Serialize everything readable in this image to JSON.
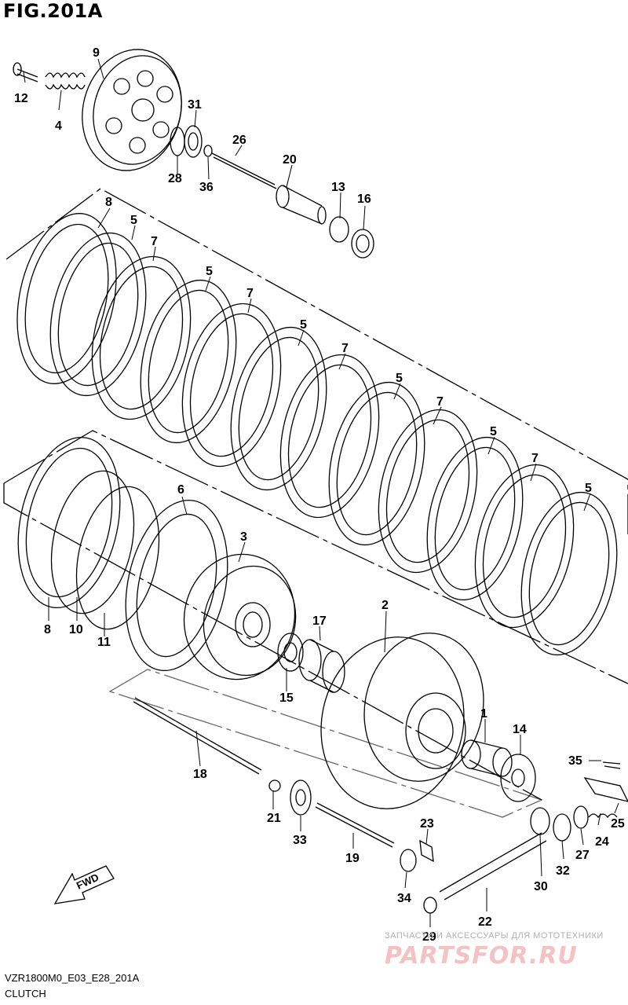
{
  "figure": {
    "title": "FIG.201A",
    "code": "VZR1800M0_E03_E28_201A",
    "name": "CLUTCH"
  },
  "watermark": {
    "tagline": "ЗАПЧАСТИ И АКСЕССУАРЫ ДЛЯ МОТОТЕХНИКИ",
    "logo": "PARTSFOR.RU"
  },
  "callouts": [
    {
      "id": "c9",
      "text": "9"
    },
    {
      "id": "c12",
      "text": "12"
    },
    {
      "id": "c4",
      "text": "4"
    },
    {
      "id": "c31",
      "text": "31"
    },
    {
      "id": "c26",
      "text": "26"
    },
    {
      "id": "c28",
      "text": "28"
    },
    {
      "id": "c36",
      "text": "36"
    },
    {
      "id": "c20",
      "text": "20"
    },
    {
      "id": "c13",
      "text": "13"
    },
    {
      "id": "c16",
      "text": "16"
    },
    {
      "id": "c8a",
      "text": "8"
    },
    {
      "id": "c5a",
      "text": "5"
    },
    {
      "id": "c7a",
      "text": "7"
    },
    {
      "id": "c5b",
      "text": "5"
    },
    {
      "id": "c7b",
      "text": "7"
    },
    {
      "id": "c5c",
      "text": "5"
    },
    {
      "id": "c7c",
      "text": "7"
    },
    {
      "id": "c5d",
      "text": "5"
    },
    {
      "id": "c7d",
      "text": "7"
    },
    {
      "id": "c5e",
      "text": "5"
    },
    {
      "id": "c7e",
      "text": "7"
    },
    {
      "id": "c5f",
      "text": "5"
    },
    {
      "id": "c6",
      "text": "6"
    },
    {
      "id": "c3",
      "text": "3"
    },
    {
      "id": "c8b",
      "text": "8"
    },
    {
      "id": "c10",
      "text": "10"
    },
    {
      "id": "c11",
      "text": "11"
    },
    {
      "id": "c2",
      "text": "2"
    },
    {
      "id": "c17",
      "text": "17"
    },
    {
      "id": "c15",
      "text": "15"
    },
    {
      "id": "c1",
      "text": "1"
    },
    {
      "id": "c14",
      "text": "14"
    },
    {
      "id": "c18",
      "text": "18"
    },
    {
      "id": "c35",
      "text": "35"
    },
    {
      "id": "c21",
      "text": "21"
    },
    {
      "id": "c33",
      "text": "33"
    },
    {
      "id": "c19",
      "text": "19"
    },
    {
      "id": "c23",
      "text": "23"
    },
    {
      "id": "c25",
      "text": "25"
    },
    {
      "id": "c24",
      "text": "24"
    },
    {
      "id": "c27",
      "text": "27"
    },
    {
      "id": "c32",
      "text": "32"
    },
    {
      "id": "c30",
      "text": "30"
    },
    {
      "id": "c34",
      "text": "34"
    },
    {
      "id": "c22",
      "text": "22"
    },
    {
      "id": "c29",
      "text": "29"
    }
  ],
  "direction_marker": "FWD"
}
